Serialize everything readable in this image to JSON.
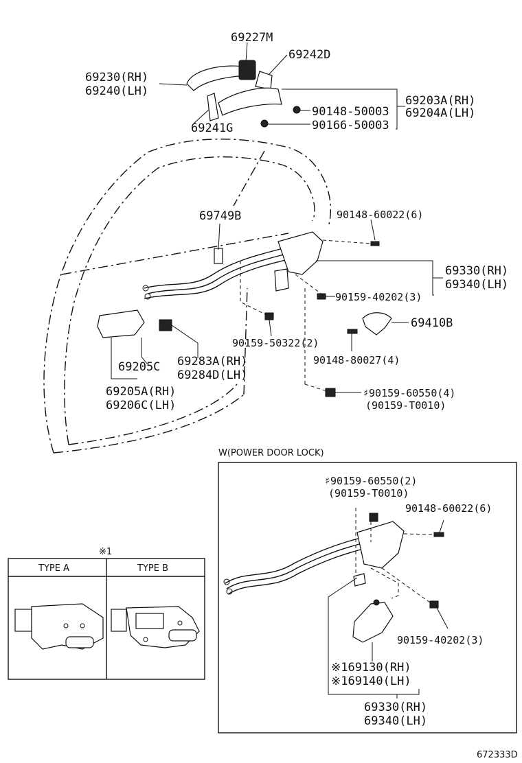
{
  "labels": {
    "p69227M": "69227M",
    "p69242D": "69242D",
    "p69230": "69230(RH)",
    "p69240": "69240(LH)",
    "p69203A": "69203A(RH)",
    "p69204A": "69204A(LH)",
    "p90148_50003": "90148-50003",
    "p90166_50003": "90166-50003",
    "p69241G": "69241G",
    "p69749B": "69749B",
    "p90148_60022_top": "90148-60022(6)",
    "p69330_top": "69330(RH)",
    "p69340_top": "69340(LH)",
    "p90159_40202_top": "90159-40202(3)",
    "p69410B": "69410B",
    "p90159_50322": "90159-50322(2)",
    "p90148_80027": "90148-80027(4)",
    "p69205C": "69205C",
    "p69283A": "69283A(RH)",
    "p69284D": "69284D(LH)",
    "p69205A": "69205A(RH)",
    "p69206C": "69206C(LH)",
    "p90159_60550_top": "♯90159-60550(4)",
    "p90159_T0010_top": "(90159-T0010)",
    "w_caption": "W(POWER DOOR LOCK)",
    "p90159_60550_w": "♯90159-60550(2)",
    "p90159_T0010_w": "(90159-T0010)",
    "p90148_60022_w": "90148-60022(6)",
    "p90159_40202_w": "90159-40202(3)",
    "p69130": "※169130(RH)",
    "p69140": "※169140(LH)",
    "p69330_w": "69330(RH)",
    "p69340_w": "69340(LH)",
    "note_mark": "※1",
    "type_a": "TYPE  A",
    "type_b": "TYPE  B",
    "figure_code": "672333D"
  }
}
